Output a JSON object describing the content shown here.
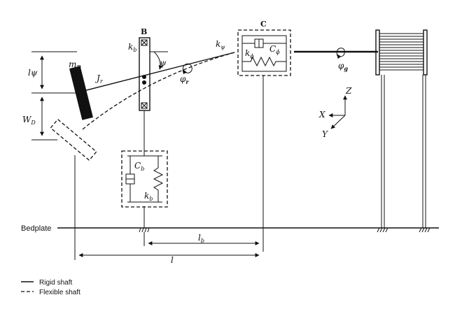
{
  "labels": {
    "bearing_b": "B",
    "bearing_c": "C",
    "k_b_top": "k",
    "k_b_top_sub": "b",
    "m_d": "m",
    "m_d_sub": "D",
    "j_r": "J",
    "j_r_sub": "r",
    "l_psi": "lψ",
    "w_d": "W",
    "w_d_sub": "D",
    "psi": "ψ",
    "phi_r": "φ",
    "phi_r_sub": "r",
    "k_psi": "k",
    "k_psi_sub": "ψ",
    "c_phi": "C",
    "c_phi_sub": "ϕ",
    "k_phi": "k",
    "k_phi_sub": "ϕ",
    "phi_g": "φ",
    "phi_g_sub": "g",
    "c_b": "C",
    "c_b_sub": "b",
    "k_b_spring": "k",
    "k_b_spring_sub": "b",
    "axis_z": "Z",
    "axis_x": "X",
    "axis_y": "Y",
    "bedplate": "Bedplate",
    "dim_lb": "l",
    "dim_lb_sub": "b",
    "dim_l": "l"
  },
  "legend": {
    "rigid": "Rigid shaft",
    "flexible": "Flexible shaft"
  }
}
